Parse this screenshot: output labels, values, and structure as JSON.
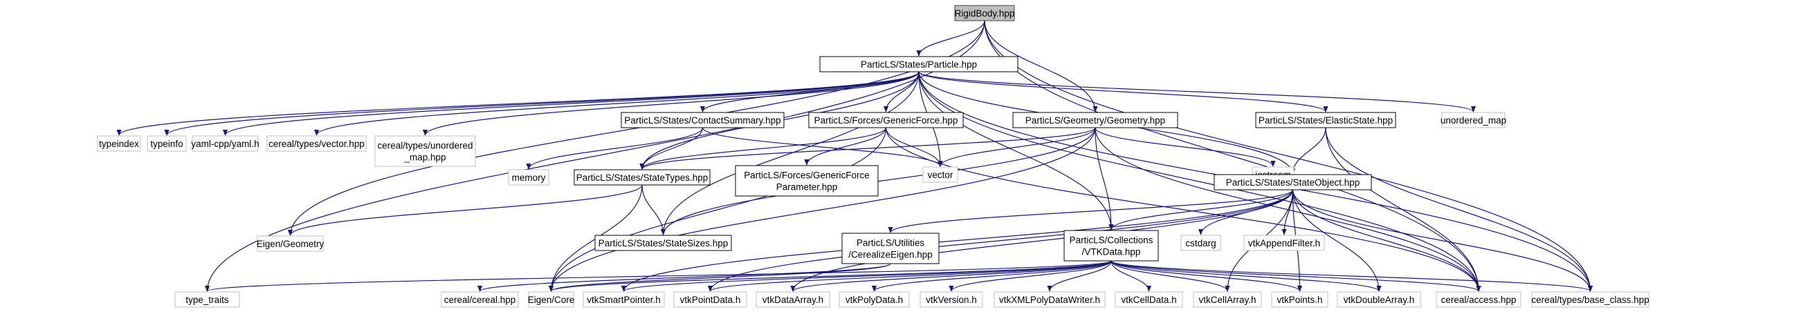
{
  "diagram": {
    "colors": {
      "edge": "#191970",
      "root_fill": "#bfbfbf",
      "root_border": "#404040",
      "node_border_internal": "#000000",
      "node_border_external": "#bfbfbf",
      "background": "#ffffff"
    },
    "nodes": {
      "rigidbody": [
        "RigidBody.hpp"
      ],
      "particle": [
        "ParticLS/States/Particle.hpp"
      ],
      "typeindex": [
        "typeindex"
      ],
      "typeinfo": [
        "typeinfo"
      ],
      "yaml": [
        "yaml-cpp/yaml.h"
      ],
      "cereal_vector": [
        "cereal/types/vector.hpp"
      ],
      "cereal_unordered_map": [
        "cereal/types/unordered",
        "_map.hpp"
      ],
      "contact_summary": [
        "ParticLS/States/ContactSummary.hpp"
      ],
      "generic_force": [
        "ParticLS/Forces/GenericForce.hpp"
      ],
      "geometry_hpp": [
        "ParticLS/Geometry/Geometry.hpp"
      ],
      "elastic_state": [
        "ParticLS/States/ElasticState.hpp"
      ],
      "unordered_map": [
        "unordered_map"
      ],
      "memory": [
        "memory"
      ],
      "state_types": [
        "ParticLS/States/StateTypes.hpp"
      ],
      "generic_force_param": [
        "ParticLS/Forces/GenericForce",
        "Parameter.hpp"
      ],
      "vector": [
        "vector"
      ],
      "iostream": [
        "iostream"
      ],
      "state_object": [
        "ParticLS/States/StateObject.hpp"
      ],
      "eigen_geometry": [
        "Eigen/Geometry"
      ],
      "state_sizes": [
        "ParticLS/States/StateSizes.hpp"
      ],
      "cerealize_eigen": [
        "ParticLS/Utilities",
        "/CerealizeEigen.hpp"
      ],
      "vtkdata": [
        "ParticLS/Collections",
        "/VTKData.hpp"
      ],
      "cstdarg": [
        "cstdarg"
      ],
      "vtk_append_filter": [
        "vtkAppendFilter.h"
      ],
      "type_traits": [
        "type_traits"
      ],
      "cereal_cereal": [
        "cereal/cereal.hpp"
      ],
      "eigen_core": [
        "Eigen/Core"
      ],
      "vtk_smart_pointer": [
        "vtkSmartPointer.h"
      ],
      "vtk_point_data": [
        "vtkPointData.h"
      ],
      "vtk_data_array": [
        "vtkDataArray.h"
      ],
      "vtk_poly_data": [
        "vtkPolyData.h"
      ],
      "vtk_version": [
        "vtkVersion.h"
      ],
      "vtk_xml_poly_data_writer": [
        "vtkXMLPolyDataWriter.h"
      ],
      "vtk_cell_data": [
        "vtkCellData.h"
      ],
      "vtk_cell_array": [
        "vtkCellArray.h"
      ],
      "vtk_points": [
        "vtkPoints.h"
      ],
      "vtk_double_array": [
        "vtkDoubleArray.h"
      ],
      "cereal_access": [
        "cereal/access.hpp"
      ],
      "cereal_base_class": [
        "cereal/types/base_class.hpp"
      ]
    }
  }
}
